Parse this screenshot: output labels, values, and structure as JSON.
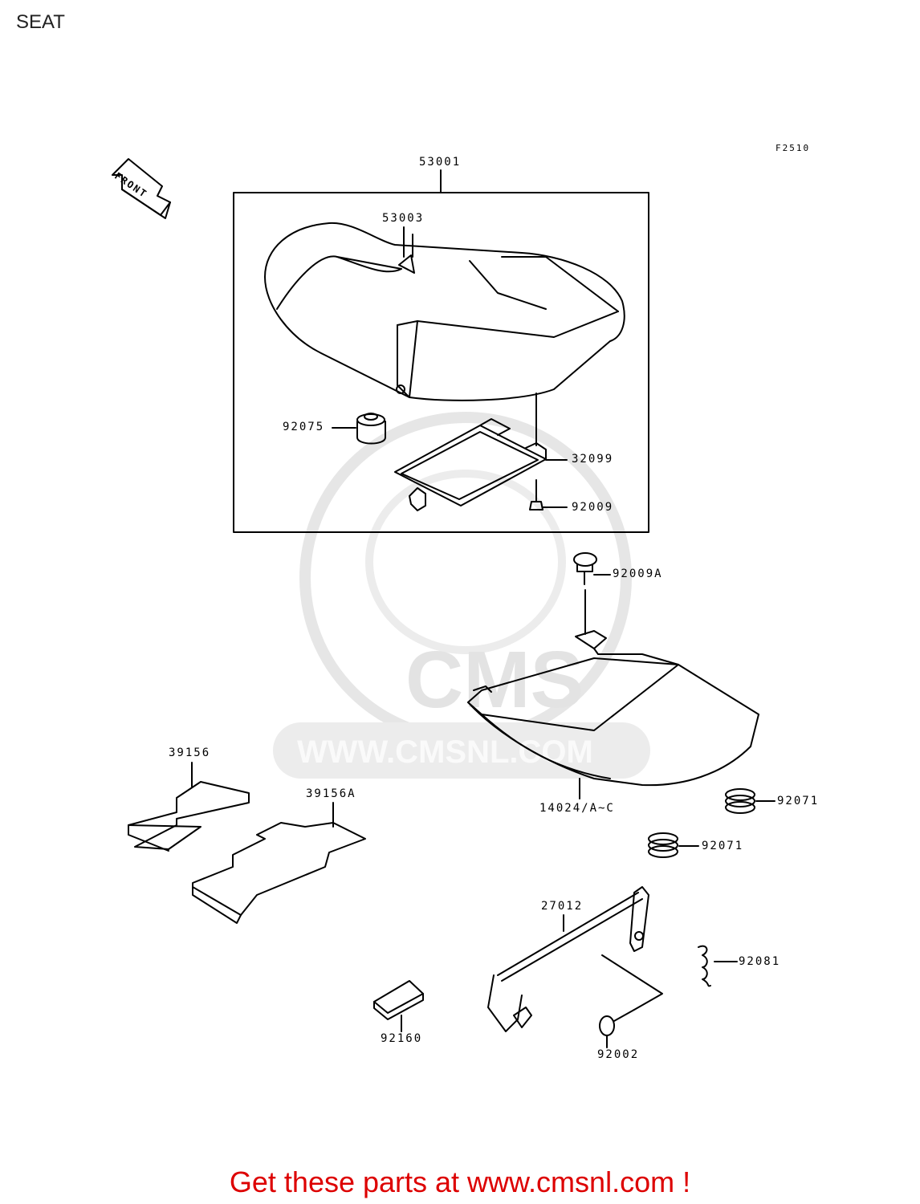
{
  "page": {
    "title": "SEAT",
    "figure_code": "F2510",
    "front_label": "FRONT"
  },
  "watermark": {
    "brand": "CMS",
    "url": "WWW.CMSNL.COM"
  },
  "parts": {
    "p53001": "53001",
    "p53003": "53003",
    "p92075": "92075",
    "p32099": "32099",
    "p92009": "92009",
    "p92009A": "92009A",
    "p39156": "39156",
    "p39156A": "39156A",
    "p14024": "14024/A~C",
    "p92071a": "92071",
    "p92071b": "92071",
    "p27012": "27012",
    "p92081": "92081",
    "p92160": "92160",
    "p92002": "92002"
  },
  "footer": {
    "text": "Get these parts at www.cmsnl.com !",
    "color": "#dd0000"
  }
}
